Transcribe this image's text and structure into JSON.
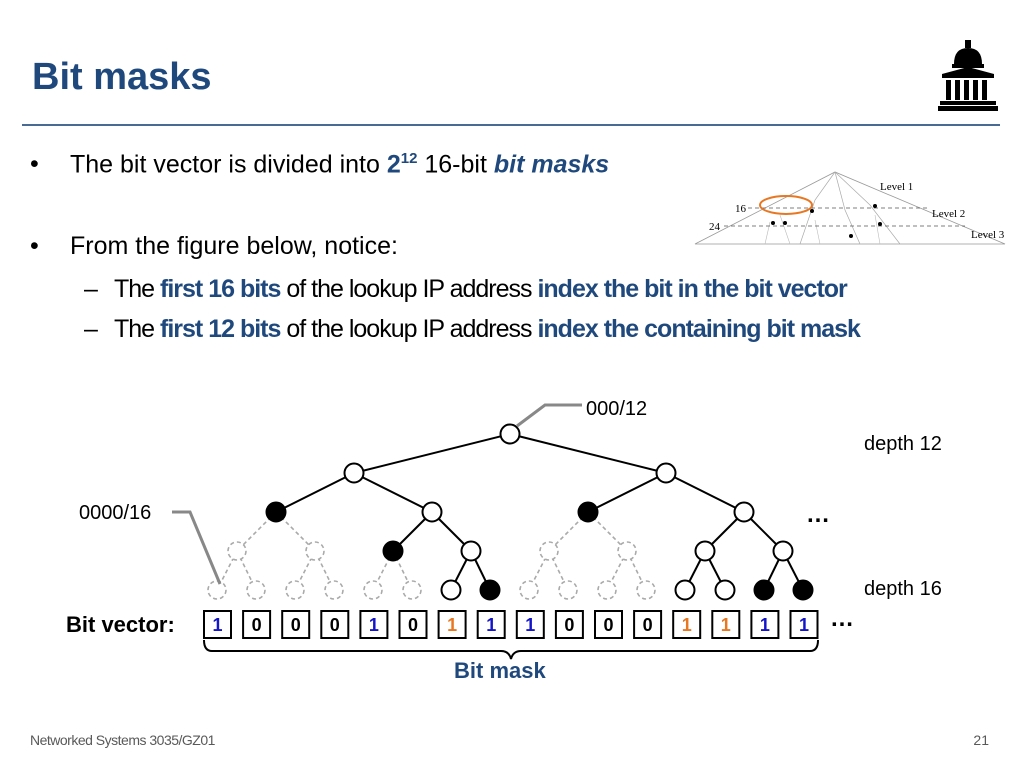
{
  "slide": {
    "title": "Bit masks",
    "bullets": [
      {
        "prefix": "The bit vector is divided into ",
        "power_base": "2",
        "power_exp": "12",
        "mid": " 16-bit ",
        "emph": "bit masks"
      },
      {
        "text": "From the figure below, notice:"
      }
    ],
    "subbullets": [
      {
        "dash": "–",
        "a": "The ",
        "b": "first 16 bits",
        "c": " of the lookup IP address ",
        "d": "index the bit in the bit vector"
      },
      {
        "dash": "–",
        "a": "The ",
        "b": "first 12 bits",
        "c": " of the lookup IP address ",
        "d": "index the containing bit mask"
      }
    ],
    "footer": "Networked Systems 3035/GZ01",
    "page": "21"
  },
  "thumb": {
    "level1": "Level 1",
    "level2": "Level 2",
    "level3": "Level 3",
    "y16": "16",
    "y24": "24"
  },
  "diagram": {
    "root_label": "000/12",
    "left_label": "0000/16",
    "depth12": "depth 12",
    "depth16": "depth 16",
    "ellipsis_right": "…",
    "ellipsis_vector": "…",
    "bitvector_label": "Bit vector:",
    "bitmask_label": "Bit mask",
    "bits": [
      "1",
      "0",
      "0",
      "0",
      "1",
      "0",
      "1",
      "1",
      "1",
      "0",
      "0",
      "0",
      "1",
      "1",
      "1",
      "1"
    ],
    "bit_colors": [
      "blue",
      "black",
      "black",
      "black",
      "blue",
      "black",
      "orange",
      "blue",
      "blue",
      "black",
      "black",
      "black",
      "orange",
      "orange",
      "blue",
      "blue"
    ]
  },
  "colors": {
    "title": "#1f497d",
    "blue_bit": "#1414c8",
    "orange_bit": "#e87722",
    "highlight_circle": "#e87722"
  }
}
